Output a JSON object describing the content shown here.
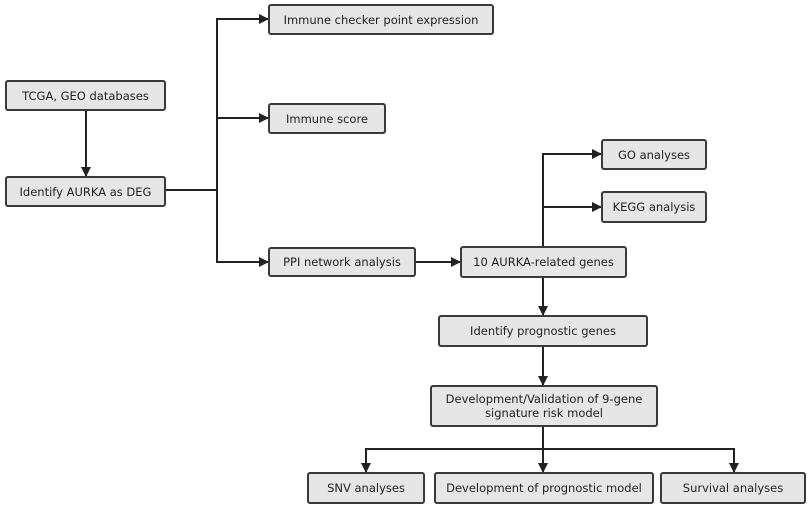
{
  "nodes": {
    "databases": "TCGA, GEO databases",
    "identify_aurka": "Identify AURKA as DEG",
    "checkpoint": "Immune checker point expression",
    "immune_score": "Immune score",
    "ppi": "PPI network analysis",
    "related_genes": "10 AURKA-related genes",
    "go": "GO analyses",
    "kegg": "KEGG analysis",
    "prognostic_genes": "Identify prognostic genes",
    "risk_model": "Development/Validation of 9-gene signature risk model",
    "snv": "SNV analyses",
    "prognostic_model": "Development of prognostic model",
    "survival": "Survival analyses"
  },
  "edges": [
    {
      "from": "databases",
      "to": "identify_aurka"
    },
    {
      "from": "identify_aurka",
      "to": "checkpoint"
    },
    {
      "from": "identify_aurka",
      "to": "immune_score"
    },
    {
      "from": "identify_aurka",
      "to": "ppi"
    },
    {
      "from": "ppi",
      "to": "related_genes"
    },
    {
      "from": "related_genes",
      "to": "go"
    },
    {
      "from": "related_genes",
      "to": "kegg"
    },
    {
      "from": "related_genes",
      "to": "prognostic_genes"
    },
    {
      "from": "prognostic_genes",
      "to": "risk_model"
    },
    {
      "from": "risk_model",
      "to": "snv"
    },
    {
      "from": "risk_model",
      "to": "prognostic_model"
    },
    {
      "from": "risk_model",
      "to": "survival"
    }
  ]
}
